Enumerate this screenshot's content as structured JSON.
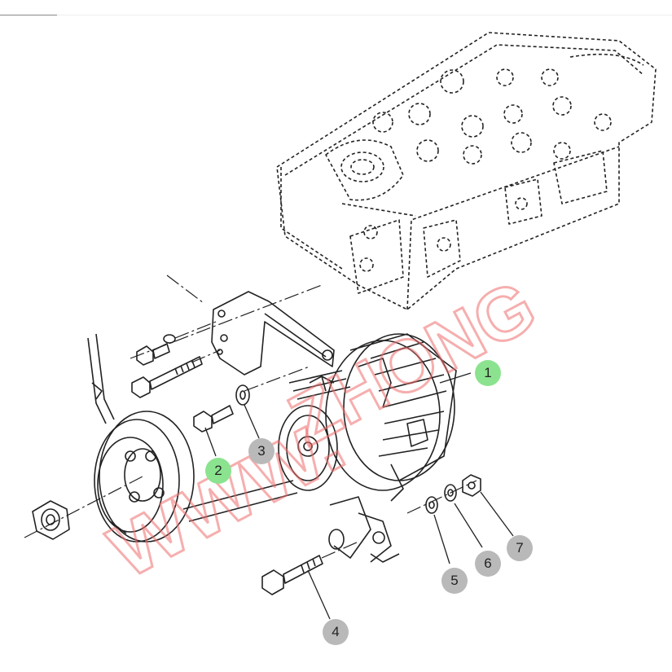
{
  "diagram": {
    "callouts": [
      {
        "id": "1",
        "style": "highlight"
      },
      {
        "id": "2",
        "style": "highlight"
      },
      {
        "id": "3",
        "style": "normal"
      },
      {
        "id": "4",
        "style": "normal"
      },
      {
        "id": "5",
        "style": "normal"
      },
      {
        "id": "6",
        "style": "normal"
      },
      {
        "id": "7",
        "style": "normal"
      }
    ],
    "colors": {
      "line": "#222222",
      "highlight_callout": "#8be38f",
      "normal_callout": "#b9b9b9",
      "watermark": "#f06d6d"
    },
    "parts": [
      "engine-block-icon",
      "alternator-icon",
      "crank-pulley-icon",
      "drive-belt-icon",
      "bracket-icon",
      "bolt-icon",
      "washer-icon",
      "nut-icon"
    ]
  }
}
